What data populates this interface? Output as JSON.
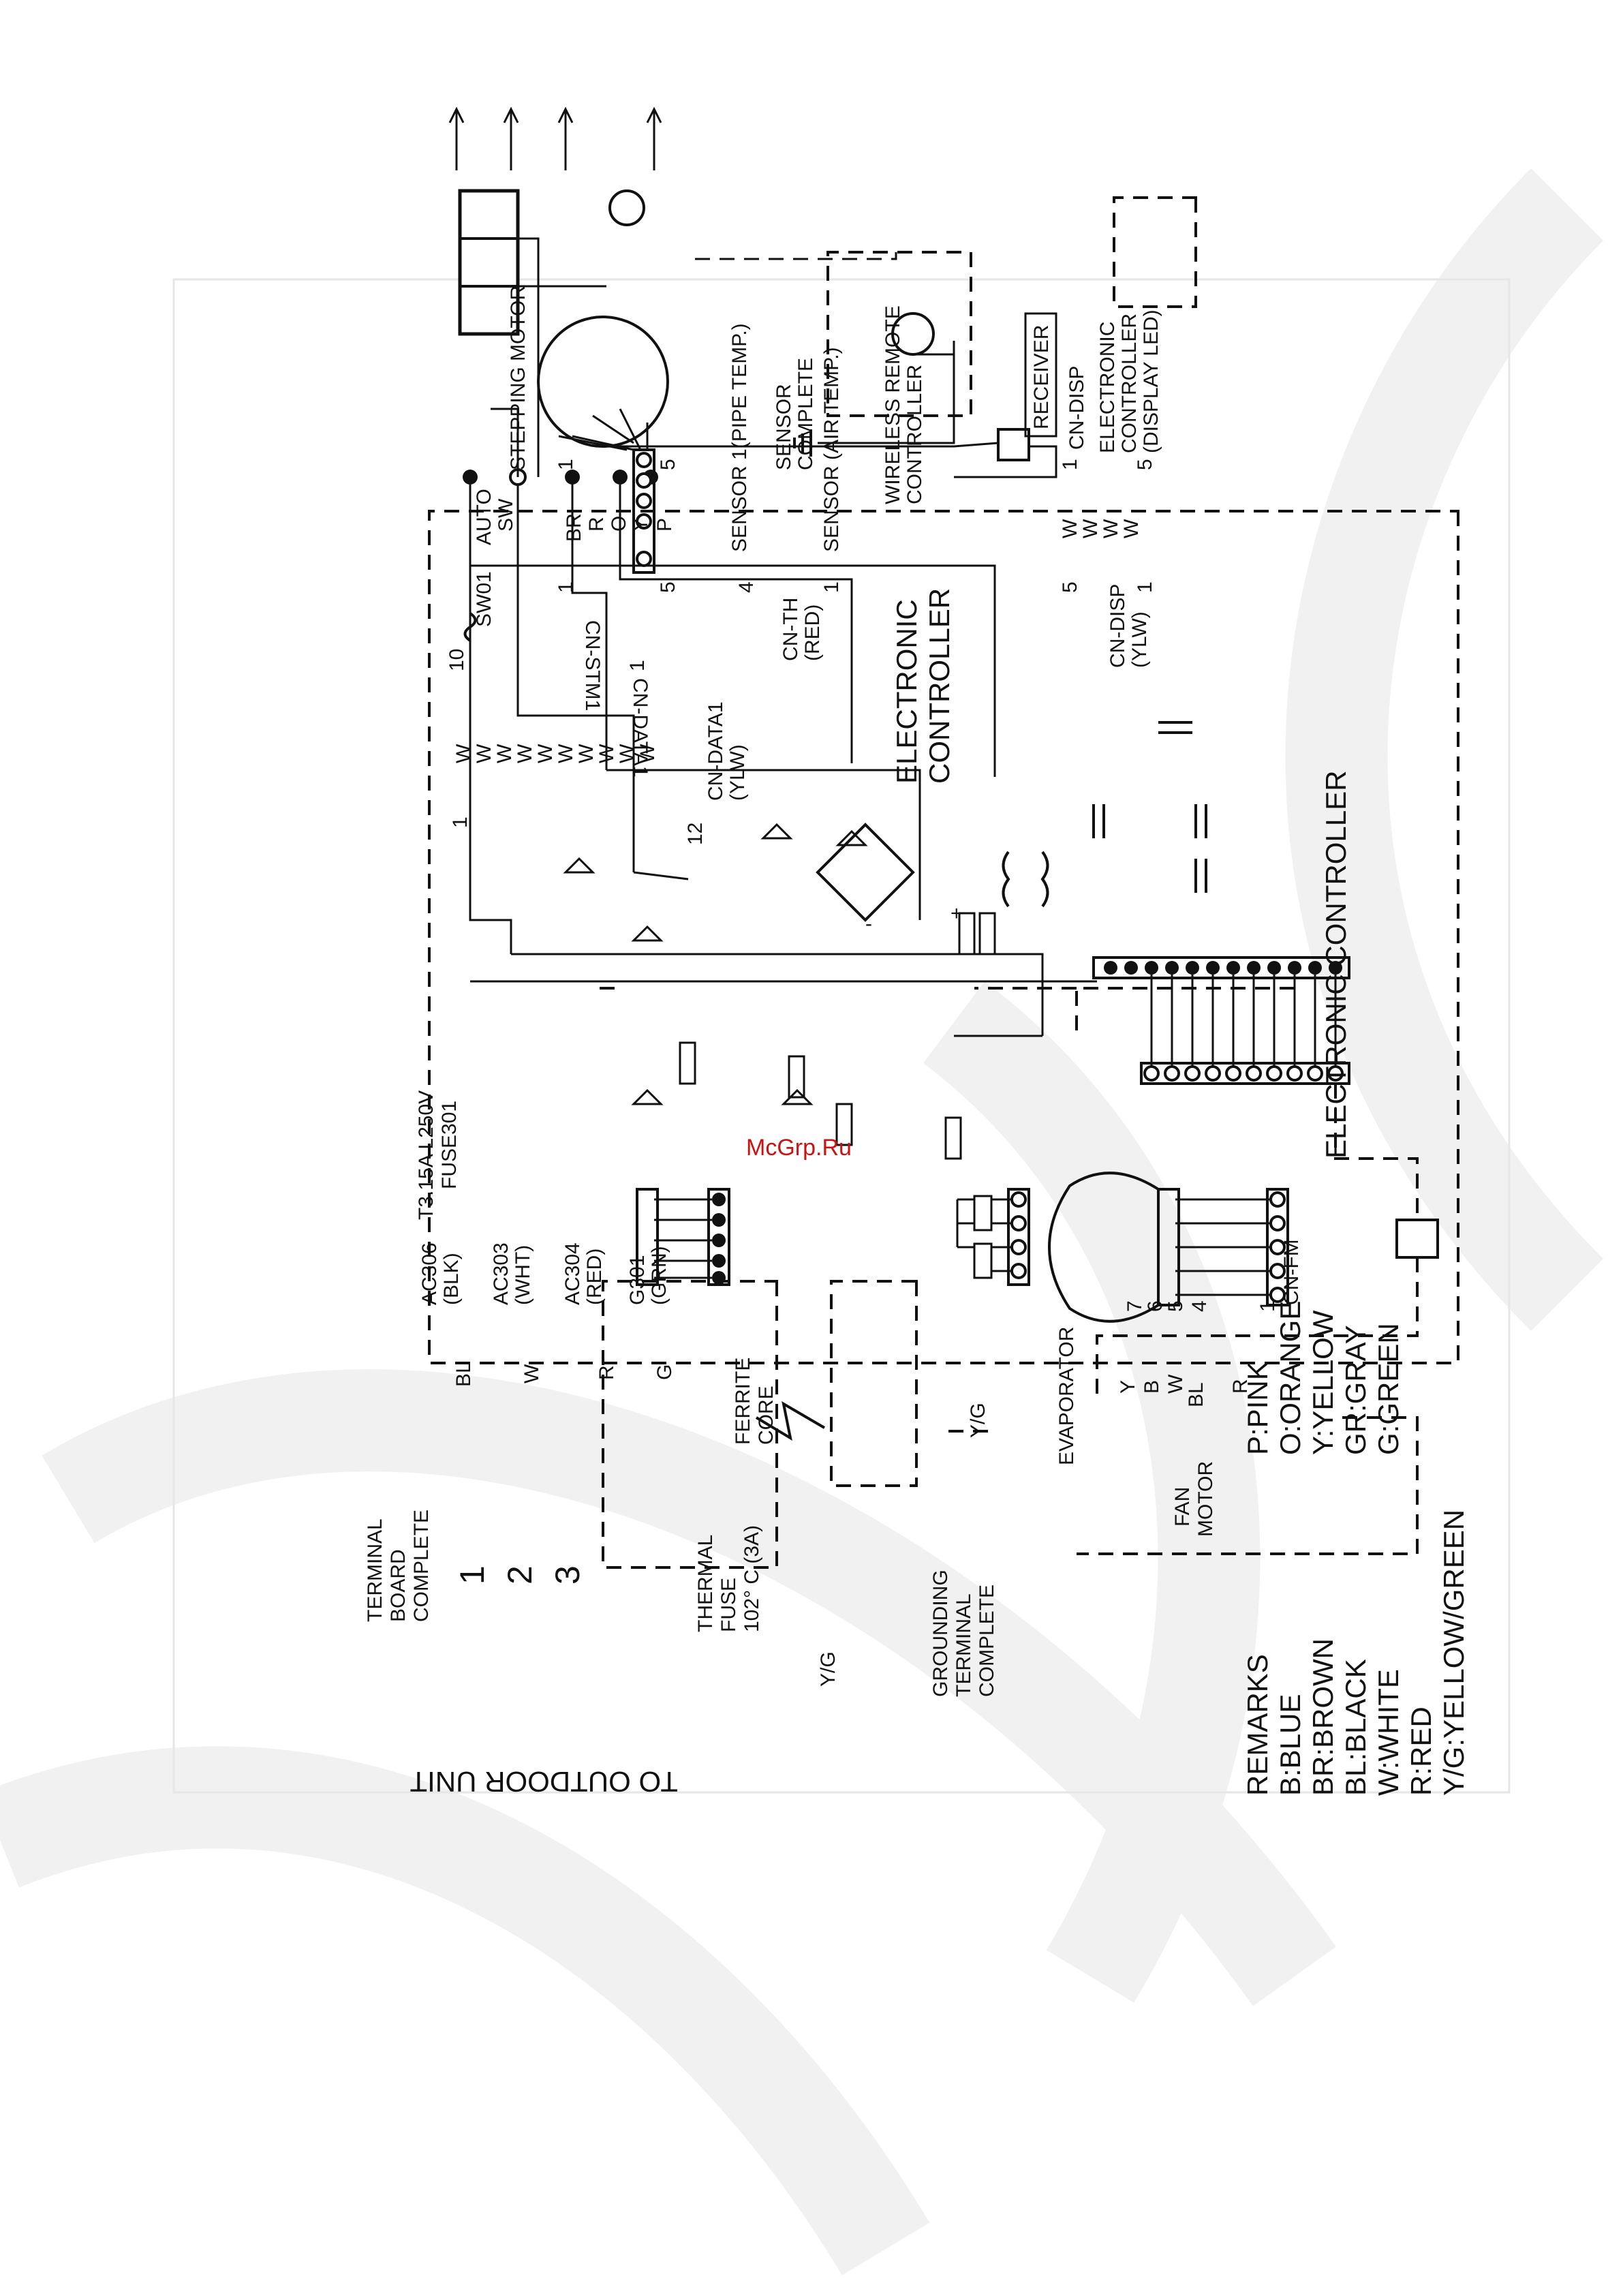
{
  "watermark": {
    "site": "McGrp.Ru",
    "color": "#cc1111"
  },
  "outdoor": {
    "title": "TO OUTDOOR UNIT"
  },
  "terminal_board": {
    "label": [
      "TERMINAL",
      "BOARD",
      "COMPLETE"
    ],
    "terminals": [
      "1",
      "2",
      "3"
    ]
  },
  "thermal_fuse": {
    "label": [
      "THERMAL",
      "FUSE",
      "102° C (3A)"
    ]
  },
  "grounding": {
    "label": [
      "GROUNDING",
      "TERMINAL",
      "COMPLETE"
    ],
    "wire": "Y/G"
  },
  "ferrite": {
    "label": [
      "FERRITE",
      "CORE"
    ]
  },
  "evaporator": {
    "label": "EVAPORATOR",
    "wire": "Y/G"
  },
  "fan_motor": {
    "label": [
      "FAN",
      "MOTOR"
    ],
    "wires": [
      "Y",
      "B",
      "W",
      "BL",
      "R"
    ]
  },
  "main_wires": [
    "BL",
    "W",
    "R",
    "G"
  ],
  "ac_terminals": [
    {
      "name": "AC306",
      "color": "(BLK)"
    },
    {
      "name": "AC303",
      "color": "(WHT)"
    },
    {
      "name": "AC304",
      "color": "(RED)"
    },
    {
      "name": "G301",
      "color": "(GRN)"
    }
  ],
  "fuse": {
    "label": [
      "T3.15A L250V",
      "FUSE301"
    ]
  },
  "cn_fm": {
    "label": "CN-FM",
    "pins": [
      "7",
      "6",
      "5",
      "4",
      "1"
    ]
  },
  "controller_main": {
    "label": "ELECTRONIC CONTROLLER"
  },
  "controller_sub": {
    "label": [
      "ELECTRONIC",
      "CONTROLLER"
    ]
  },
  "cn_data1_board": {
    "label": [
      "CN-DATA1",
      "(YLW)"
    ],
    "pin_first": "1",
    "pin_last": "12"
  },
  "cn_data1_conn": {
    "label": "CN-DATA1",
    "pin_first": "10",
    "pin_last": "1",
    "wire": "W"
  },
  "auto_switch": {
    "ref": "SW01",
    "label": [
      "AUTO",
      "SW"
    ]
  },
  "cn_stm1": {
    "label": "CN-STM1",
    "pin_first": "1",
    "pin_last": "5",
    "wires": [
      "BR",
      "R",
      "O",
      "Y",
      "P"
    ]
  },
  "stepping_motor": {
    "label": "STEPPING MOTOR",
    "pin_first": "1",
    "pin_last": "5"
  },
  "cn_th": {
    "label": [
      "CN-TH",
      "(RED)"
    ],
    "pin_first": "4",
    "pin_last": "1"
  },
  "sensors": {
    "pipe": "SENSOR 1(PIPE TEMP.)",
    "complete": [
      "SENSOR",
      "COMPLETE"
    ],
    "air": "SENSOR (AIR TEMP.)"
  },
  "wireless": {
    "label": [
      "WIRELESS REMOTE",
      "CONTROLLER"
    ]
  },
  "cn_disp": {
    "label": [
      "CN-DISP",
      "(YLW)"
    ],
    "pin_first": "5",
    "pin_last": "1",
    "wire": "W"
  },
  "display_board": {
    "receiver": "RECEIVER",
    "connector": "CN-DISP",
    "label": [
      "ELECTRONIC",
      "CONTROLLER",
      "(DISPLAY LED)"
    ],
    "pin_first": "1",
    "pin_last": "5"
  },
  "remarks": {
    "title": "REMARKS",
    "col1": [
      "B:BLUE",
      "BR:BROWN",
      "BL:BLACK",
      "W:WHITE",
      "R:RED",
      "Y/G:YELLOW/GREEN"
    ],
    "col2": [
      "P:PINK",
      "O:ORANGE",
      "Y:YELLOW",
      "GR:GRAY",
      "G:GREEN"
    ]
  },
  "bridge": {
    "minus": "-",
    "plus": "+"
  }
}
